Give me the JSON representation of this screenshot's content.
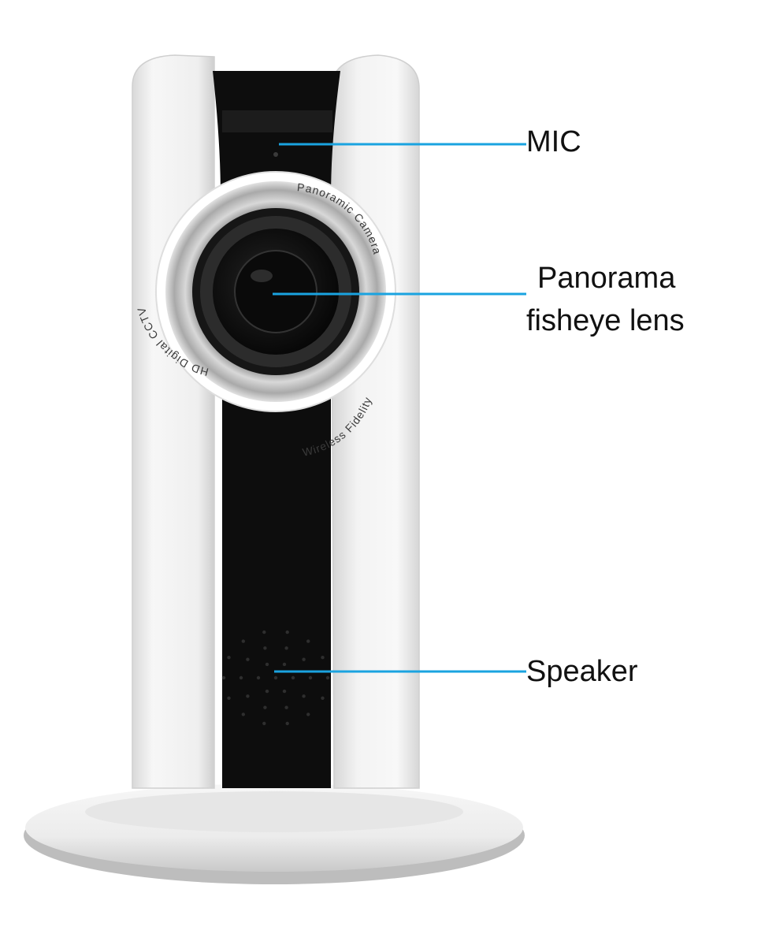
{
  "labels": {
    "mic": "MIC",
    "lens_line1": "Panorama",
    "lens_line2": "fisheye lens",
    "speaker": "Speaker"
  },
  "ring_text": {
    "top": "Panoramic Camera",
    "left": "HD  Digital CCTV",
    "bottom": "Wireless Fidelity"
  },
  "colors": {
    "leader_line": "#1aa3e0",
    "body_white": "#f2f2f2",
    "front_black": "#0d0d0d",
    "lens_ring": "#b9b9b9",
    "background": "#ffffff"
  }
}
